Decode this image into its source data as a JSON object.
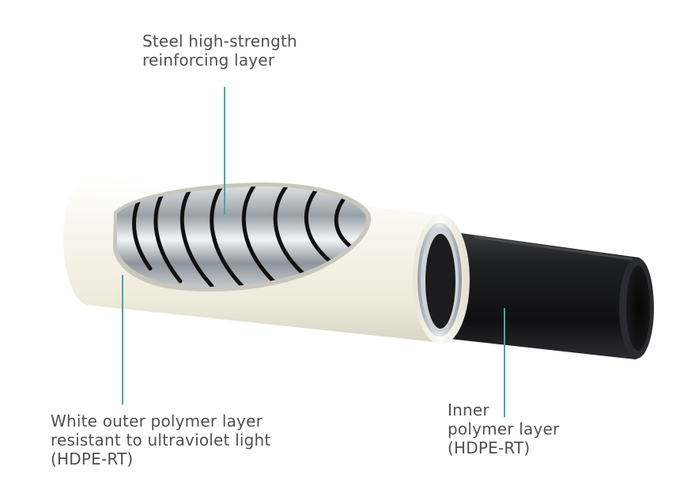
{
  "labels": {
    "steel_layer": {
      "line1": "Steel high-strength",
      "line2": "reinforcing layer"
    },
    "outer_layer": {
      "line1": "White outer polymer layer",
      "line2": "resistant to ultraviolet light",
      "line3": "(HDPE-RT)"
    },
    "inner_layer": {
      "line1": "Inner",
      "line2": "polymer layer",
      "line3": "(HDPE-RT)"
    }
  },
  "colors": {
    "leader_line": "#4aa79c",
    "label_text": "#4f5052",
    "outer_polymer": "#f4f1e6",
    "inner_polymer": "#1a1a1c",
    "steel": "#b9bec4",
    "steel_tape_gap": "#111111"
  }
}
